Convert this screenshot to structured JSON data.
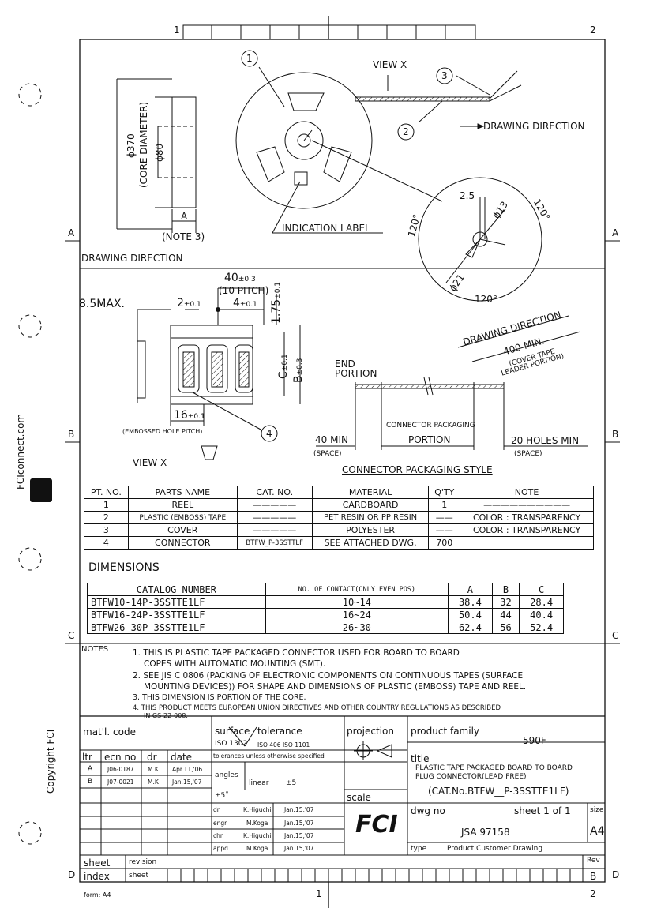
{
  "frame": {
    "zone_numbers": [
      "1",
      "2"
    ],
    "zone_letters": [
      "A",
      "B",
      "C",
      "D"
    ],
    "side_text_top": "FCIconnect.com",
    "side_text_bottom": "Copyright FCI",
    "form_label": "form: A4",
    "bottom_number": "1"
  },
  "reel_view": {
    "dim_370": "ϕ370",
    "dim_80": "ϕ80",
    "core_label": "(CORE DIAMETER)",
    "dim_a": "A",
    "note3": "(NOTE 3)",
    "callouts": [
      "1",
      "2",
      "3"
    ],
    "view_x": "VIEW X",
    "drawing_direction": "DRAWING DIRECTION",
    "indication_label": "INDICATION LABEL"
  },
  "hub_detail": {
    "dim_25": "2.5",
    "dim_13": "ϕ13",
    "dim_21": "ϕ21",
    "angle": "120°"
  },
  "tape_view": {
    "drawing_direction": "DRAWING DIRECTION",
    "dim_40": "40",
    "dim_40_tol": "±0.3",
    "pitch": "(10 PITCH)",
    "max85": "8.5MAX.",
    "dim_2": "2",
    "dim_2_tol": "±0.1",
    "dim_4": "4",
    "dim_4_tol": "±0.1",
    "dim_175": "1.75",
    "dim_175_tol": "±0.1",
    "dim_c": "C",
    "dim_c_tol": "±0.1",
    "dim_b": "B",
    "dim_b_tol": "±0.3",
    "dim_16": "16",
    "dim_16_tol": "±0.1",
    "embossed_pitch": "(EMBOSSED HOLE PITCH)",
    "callout4": "4",
    "view_x": "VIEW X"
  },
  "packaging_style": {
    "drawing_direction": "DRAWING DIRECTION",
    "min400": "400 MIN.",
    "cover_tape": "(COVER TAPE",
    "leader_portion": "LEADER PORTION)",
    "end": "END",
    "end_portion": "PORTION",
    "connector_packaging": "CONNECTOR PACKAGING",
    "portion": "PORTION",
    "min40": "40 MIN",
    "space_left": "(SPACE)",
    "holes20": "20 HOLES MIN",
    "space_right": "(SPACE)",
    "title": "CONNECTOR PACKAGING STYLE"
  },
  "parts_table": {
    "headers": [
      "PT. NO.",
      "PARTS NAME",
      "CAT. NO.",
      "MATERIAL",
      "Q'TY",
      "NOTE"
    ],
    "rows": [
      [
        "1",
        "REEL",
        "—————",
        "CARDBOARD",
        "1",
        "——————————"
      ],
      [
        "2",
        "PLASTIC (EMBOSS) TAPE",
        "—————",
        "PET RESIN OR PP RESIN",
        "——",
        "COLOR : TRANSPARENCY"
      ],
      [
        "3",
        "COVER",
        "—————",
        "POLYESTER",
        "——",
        "COLOR : TRANSPARENCY"
      ],
      [
        "4",
        "CONNECTOR",
        "BTFW_P-3SSTTLF",
        "SEE ATTACHED DWG.",
        "700",
        ""
      ]
    ]
  },
  "dimensions": {
    "title": "DIMENSIONS",
    "headers": [
      "CATALOG NUMBER",
      "NO. OF CONTACT(ONLY EVEN POS)",
      "A",
      "B",
      "C"
    ],
    "rows": [
      [
        "BTFW10-14P-3SSTTE1LF",
        "10~14",
        "38.4",
        "32",
        "28.4"
      ],
      [
        "BTFW16-24P-3SSTTE1LF",
        "16~24",
        "50.4",
        "44",
        "40.4"
      ],
      [
        "BTFW26-30P-3SSTTE1LF",
        "26~30",
        "62.4",
        "56",
        "52.4"
      ]
    ]
  },
  "notes": {
    "label": "NOTES",
    "lines": [
      "1. THIS IS PLASTIC TAPE PACKAGED CONNECTOR USED FOR BOARD TO BOARD",
      "COPES WITH AUTOMATIC MOUNTING (SMT).",
      "2. SEE JIS C 0806 (PACKING OF ELECTRONIC COMPONENTS ON CONTINUOUS TAPES (SURFACE",
      "MOUNTING DEVICES)) FOR SHAPE AND DIMENSIONS OF PLASTIC (EMBOSS) TAPE AND REEL.",
      "3. THIS DIMENSION IS PORTION OF THE CORE.",
      "4. THIS PRODUCT MEETS EUROPEAN UNION DIRECTIVES AND OTHER COUNTRY REGULATIONS AS DESCRIBED",
      "IN GS-22-008."
    ]
  },
  "title_block": {
    "matl_code": "mat'l. code",
    "surface": "surface",
    "surface_std": "ISO 1302",
    "tolerance": "tolerance",
    "tol_std": "ISO 406  ISO 1101",
    "projection": "projection",
    "product_family": "product family",
    "family_value": "590F",
    "rev_headers": [
      "ltr",
      "ecn no",
      "dr",
      "date"
    ],
    "rev_rows": [
      [
        "A",
        "J06-0187",
        "M.K",
        "Apr.11,'06"
      ],
      [
        "B",
        "J07-0021",
        "M.K",
        "Jan.15,'07"
      ]
    ],
    "tol_note": "tolerances unless otherwise specified",
    "angles": "angles",
    "angles_val": "±5˚",
    "linear": "linear",
    "linear_val": "±5",
    "scale": "scale",
    "title_label": "title",
    "title_line1": "PLASTIC TAPE PACKAGED BOARD TO BOARD",
    "title_line2": "PLUG CONNECTOR(LEAD FREE)",
    "title_line3": "(CAT.No.BTFW__P-3SSTTE1LF)",
    "signers": [
      [
        "dr",
        "K.Higuchi",
        "Jan.15,'07"
      ],
      [
        "engr",
        "M.Koga",
        "Jan.15,'07"
      ],
      [
        "chr",
        "K.Higuchi",
        "Jan.15,'07"
      ],
      [
        "appd",
        "M.Koga",
        "Jan.15,'07"
      ]
    ],
    "dwg_no_label": "dwg no",
    "sheet_of": "sheet 1 of 1",
    "size_label": "size",
    "dwg_no": "JSA 97158",
    "size": "A4",
    "type_label": "type",
    "type_value": "Product Customer Drawing",
    "sheet_label": "sheet",
    "index_label": "index",
    "revision_label": "revision",
    "sheet2_label": "sheet",
    "rev_label": "Rev",
    "rev_value": "B",
    "logo": "FCI"
  }
}
